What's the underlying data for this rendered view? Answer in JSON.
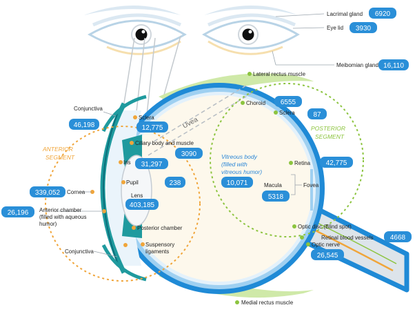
{
  "colors": {
    "badge": "#2a8fd8",
    "anterior": "#f0a53a",
    "posterior": "#8cc43f",
    "sclera": "#1f8ad6",
    "iris": "#1f9a9e",
    "vitreous": "#fdf8ec",
    "muscle": "#cfe9a8",
    "optic_nerve": "#f0a53a"
  },
  "segments": {
    "anterior": [
      "ANTERIOR",
      "SEGMENT"
    ],
    "posterior": [
      "POSTERIOR",
      "SEGMENT"
    ]
  },
  "labels": {
    "lacrimal": "Lacrimal gland",
    "eyelid": "Eye lid",
    "meibomian": "Meibomian glands",
    "lateral": "Lateral rectus muscle",
    "conj_top": "Conjunctiva",
    "sclera_l": "Sclera",
    "uvea": "Uvea",
    "ciliary": "Ciliary body and muscle",
    "iris": "Iris",
    "pupil": "Pupil",
    "lens": "Lens",
    "cornea": "Cornea",
    "ant_chamber": [
      "Anterior chamber",
      "(filled with aqueous",
      "humor)"
    ],
    "post_chamber": "Posterior chamber",
    "suspensory": [
      "Suspensory",
      "ligaments"
    ],
    "conj_bot": "Conjunctiva",
    "medial": "Medial rectus muscle",
    "choroid": "Choroid",
    "sclera_r": "Sclera",
    "vitreous": [
      "Vitreous body",
      "(filled with",
      "vitreous humor)"
    ],
    "retina": "Retina",
    "macula": "Macula",
    "fovea": "Fovea",
    "optic_disc": "Optic disc (Blind spot)",
    "ret_vessels": "Retinal blood vessels",
    "optic_nerve": "Optic nerve"
  },
  "counts": {
    "lacrimal": "6920",
    "eyelid": "3930",
    "meibomian": "16,110",
    "conj_top": "46,198",
    "sclera_l": "12,775",
    "ciliary": "3090",
    "iris": "31,297",
    "pupil": "238",
    "lens": "403,185",
    "cornea": "339,052",
    "ant_chamber": "26,196",
    "choroid": "6555",
    "sclera_r": "87",
    "vitreous": "10,071",
    "retina": "42,775",
    "macula": "5318",
    "ret_vessels": "4668",
    "optic_nerve": "26,545"
  }
}
